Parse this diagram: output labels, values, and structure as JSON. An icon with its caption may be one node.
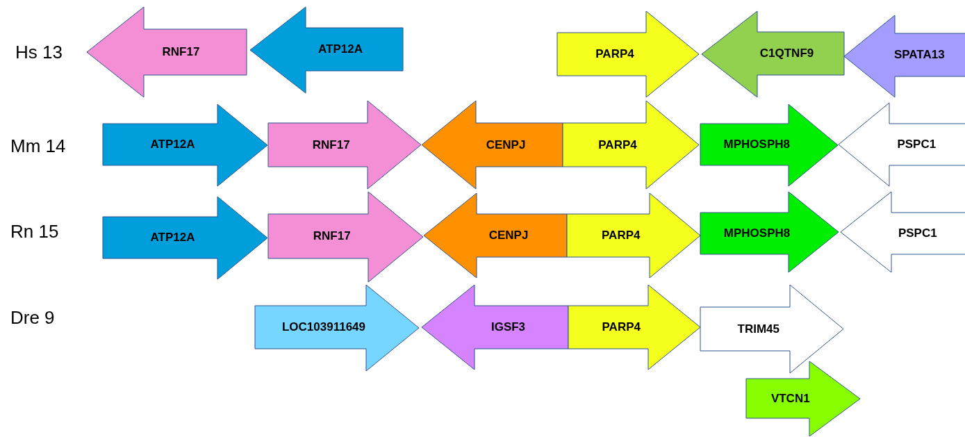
{
  "diagram": {
    "nodes": [
      {
        "text": [
          "RNF17"
        ]
      },
      {
        "text": [
          "ATP12A"
        ]
      },
      {
        "text": [
          "PARP4"
        ]
      },
      {
        "text": [
          "C1QTNF9"
        ]
      },
      {
        "text": [
          "SPATA13"
        ]
      },
      {
        "text": [
          "ATP12A"
        ]
      },
      {
        "text": [
          "RNF17"
        ]
      },
      {
        "text": [
          "CENPJ"
        ]
      },
      {
        "text": [
          "PARP4"
        ]
      },
      {
        "text": [
          "MPHOSPH8"
        ]
      },
      {
        "text": [
          "PSPC1"
        ]
      },
      {
        "text": [
          "ATP12A"
        ]
      },
      {
        "text": [
          "RNF17"
        ]
      },
      {
        "text": [
          "CENPJ"
        ]
      },
      {
        "text": [
          "PARP4"
        ]
      },
      {
        "text": [
          "MPHOSPH8"
        ]
      },
      {
        "text": [
          "PSPC1"
        ]
      },
      {
        "text": [
          "LOC103911649"
        ]
      },
      {
        "text": [
          "IGSF3"
        ]
      },
      {
        "text": [
          "PARP4"
        ]
      },
      {
        "text": [
          "TRIM45"
        ]
      },
      {
        "text": [
          "VTCN1"
        ]
      }
    ],
    "labels": [
      "Hs 13",
      "Mm 14",
      "Rn 15",
      "Dre 9"
    ]
  }
}
